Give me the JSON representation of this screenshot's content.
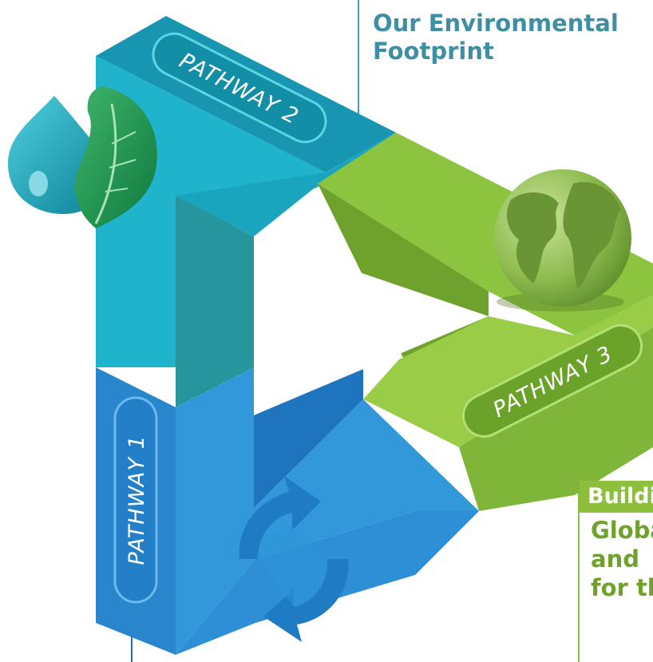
{
  "pathway2": {
    "heading_lines": [
      "Our Environmental",
      "Footprint"
    ]
  },
  "pathway3": {
    "heading_tab": "Building",
    "heading_lines": [
      "Global",
      "and",
      "for the"
    ]
  },
  "labels": {
    "pathway_1": "PATHWAY 1",
    "pathway_2": "PATHWAY 2",
    "pathway_3": "PATHWAY 3"
  },
  "icons": [
    "water-leaf-icon",
    "globe-icon",
    "recycle-icon"
  ],
  "colors": {
    "pathway_1_blue": "#2a86cc",
    "pathway_2_teal": "#1eaec8",
    "pathway_3_green": "#8cc440",
    "heading_teal": "#3e8fa6",
    "heading_green": "#6fa22c"
  }
}
